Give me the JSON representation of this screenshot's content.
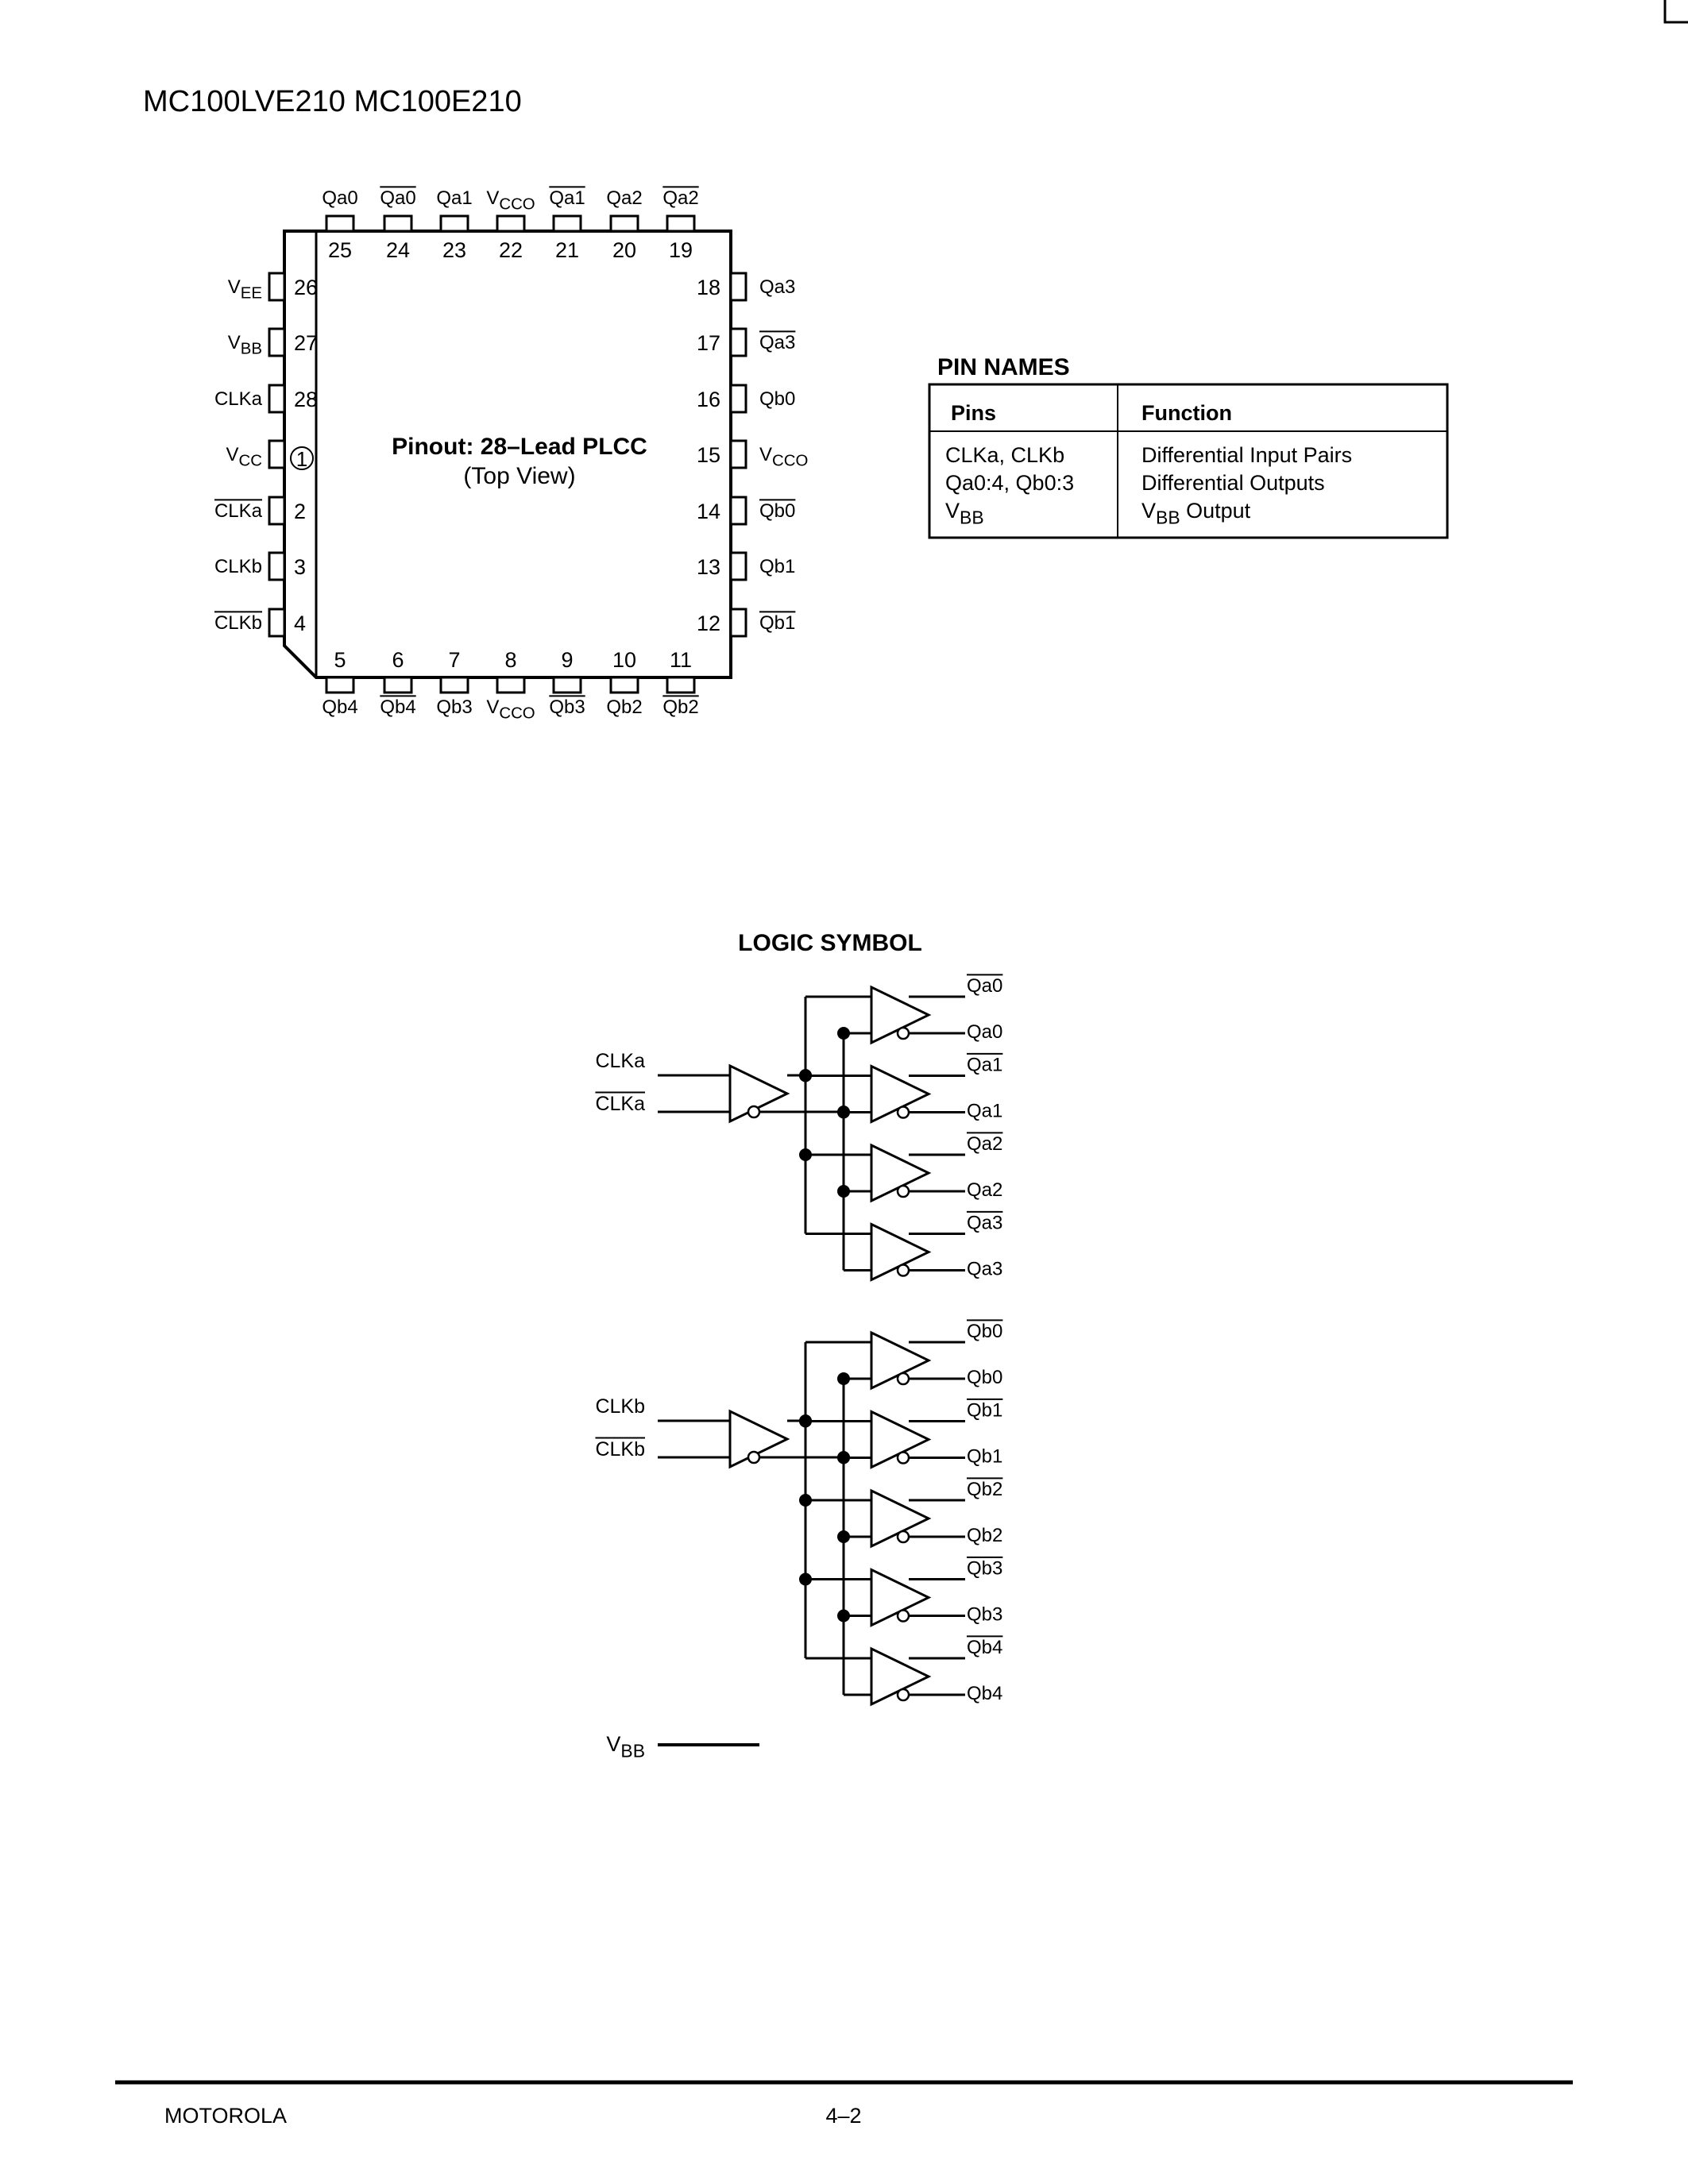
{
  "header": {
    "title": "MC100LVE210 MC100E210"
  },
  "pinout": {
    "title": "Pinout: 28–Lead PLCC",
    "subtitle": "(Top View)",
    "pin1_marker": "1",
    "top_pins": [
      {
        "num": "25",
        "name": "Qa0",
        "sub": "",
        "bar": false
      },
      {
        "num": "24",
        "name": "Qa0",
        "sub": "",
        "bar": true
      },
      {
        "num": "23",
        "name": "Qa1",
        "sub": "",
        "bar": false
      },
      {
        "num": "22",
        "name": "V",
        "sub": "CCO",
        "bar": false
      },
      {
        "num": "21",
        "name": "Qa1",
        "sub": "",
        "bar": true
      },
      {
        "num": "20",
        "name": "Qa2",
        "sub": "",
        "bar": false
      },
      {
        "num": "19",
        "name": "Qa2",
        "sub": "",
        "bar": true
      }
    ],
    "left_pins": [
      {
        "num": "26",
        "name": "V",
        "sub": "EE",
        "bar": false
      },
      {
        "num": "27",
        "name": "V",
        "sub": "BB",
        "bar": false
      },
      {
        "num": "28",
        "name": "CLKa",
        "sub": "",
        "bar": false
      },
      {
        "num": "1",
        "name": "V",
        "sub": "CC",
        "bar": false
      },
      {
        "num": "2",
        "name": "CLKa",
        "sub": "",
        "bar": true
      },
      {
        "num": "3",
        "name": "CLKb",
        "sub": "",
        "bar": false
      },
      {
        "num": "4",
        "name": "CLKb",
        "sub": "",
        "bar": true
      }
    ],
    "right_pins": [
      {
        "num": "18",
        "name": "Qa3",
        "sub": "",
        "bar": false
      },
      {
        "num": "17",
        "name": "Qa3",
        "sub": "",
        "bar": true
      },
      {
        "num": "16",
        "name": "Qb0",
        "sub": "",
        "bar": false
      },
      {
        "num": "15",
        "name": "V",
        "sub": "CCO",
        "bar": false
      },
      {
        "num": "14",
        "name": "Qb0",
        "sub": "",
        "bar": true
      },
      {
        "num": "13",
        "name": "Qb1",
        "sub": "",
        "bar": false
      },
      {
        "num": "12",
        "name": "Qb1",
        "sub": "",
        "bar": true
      }
    ],
    "bottom_pins": [
      {
        "num": "5",
        "name": "Qb4",
        "sub": "",
        "bar": false
      },
      {
        "num": "6",
        "name": "Qb4",
        "sub": "",
        "bar": true
      },
      {
        "num": "7",
        "name": "Qb3",
        "sub": "",
        "bar": false
      },
      {
        "num": "8",
        "name": "V",
        "sub": "CCO",
        "bar": false
      },
      {
        "num": "9",
        "name": "Qb3",
        "sub": "",
        "bar": true
      },
      {
        "num": "10",
        "name": "Qb2",
        "sub": "",
        "bar": false
      },
      {
        "num": "11",
        "name": "Qb2",
        "sub": "",
        "bar": true
      }
    ]
  },
  "pin_names": {
    "title": "PIN NAMES",
    "col_pins": "Pins",
    "col_function": "Function",
    "rows": [
      {
        "pin": "CLKa, CLKb",
        "pin_sub": "",
        "func": "Differential Input Pairs",
        "func_sub": "",
        "func_tail": ""
      },
      {
        "pin": "Qa0:4, Qb0:3",
        "pin_sub": "",
        "func": "Differential Outputs",
        "func_sub": "",
        "func_tail": ""
      },
      {
        "pin": "V",
        "pin_sub": "BB",
        "func": "V",
        "func_sub": "BB",
        "func_tail": " Output"
      }
    ]
  },
  "logic_symbol": {
    "title": "LOGIC SYMBOL",
    "group_a": {
      "input": "CLKa",
      "input_bar": "CLKa",
      "outputs": [
        {
          "q": "Qa0",
          "qbar": "Qa0"
        },
        {
          "q": "Qa1",
          "qbar": "Qa1"
        },
        {
          "q": "Qa2",
          "qbar": "Qa2"
        },
        {
          "q": "Qa3",
          "qbar": "Qa3"
        }
      ]
    },
    "group_b": {
      "input": "CLKb",
      "input_bar": "CLKb",
      "outputs": [
        {
          "q": "Qb0",
          "qbar": "Qb0"
        },
        {
          "q": "Qb1",
          "qbar": "Qb1"
        },
        {
          "q": "Qb2",
          "qbar": "Qb2"
        },
        {
          "q": "Qb3",
          "qbar": "Qb3"
        },
        {
          "q": "Qb4",
          "qbar": "Qb4"
        }
      ]
    },
    "vbb": {
      "name": "V",
      "sub": "BB"
    }
  },
  "footer": {
    "brand": "MOTOROLA",
    "page": "4–2"
  }
}
